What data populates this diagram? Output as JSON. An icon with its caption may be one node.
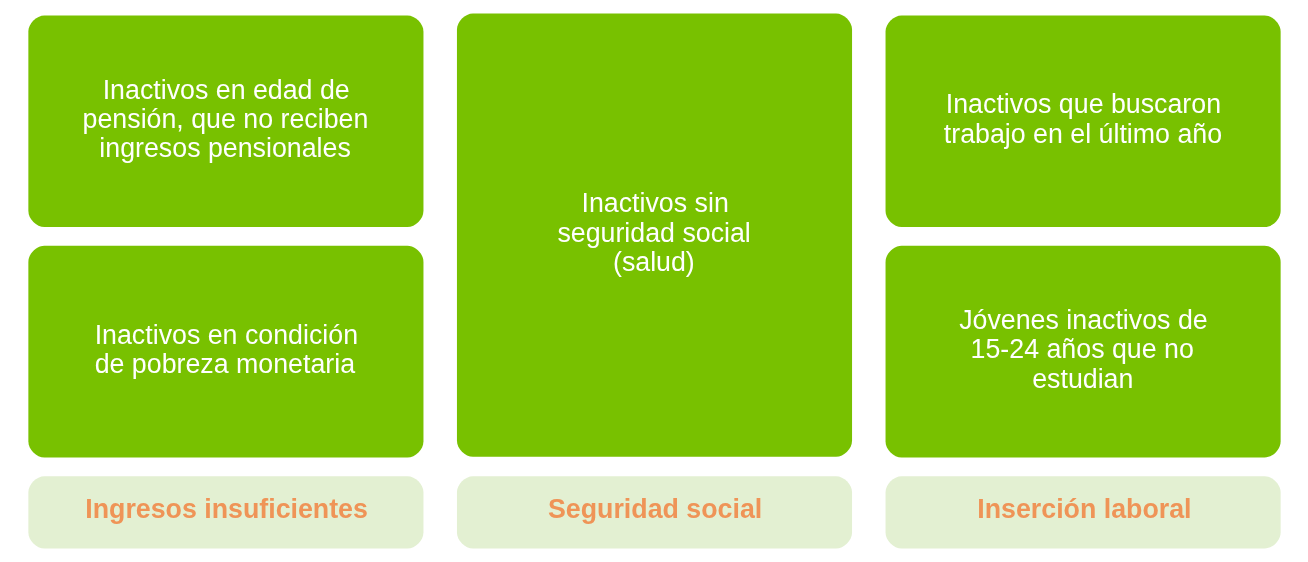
{
  "diagram": {
    "nodes": [
      {
        "text": [
          "Ingresos insuficientes"
        ]
      },
      {
        "text": [
          "Inactivos en condición de pobreza monetaria"
        ]
      },
      {
        "text": [
          "Inactivos en edad de pensión, que no reciben ingresos pensionales"
        ]
      },
      {
        "text": [
          "Seguridad social"
        ]
      },
      {
        "text": [
          "Inactivos sin seguridad social (salud)"
        ]
      },
      {
        "text": [
          "Inserción laboral"
        ]
      },
      {
        "text": [
          "Jóvenes inactivos de 15-24 años que no estudian"
        ]
      },
      {
        "text": [
          "Inactivos que buscaron trabajo en el último año"
        ]
      }
    ],
    "edges": []
  }
}
